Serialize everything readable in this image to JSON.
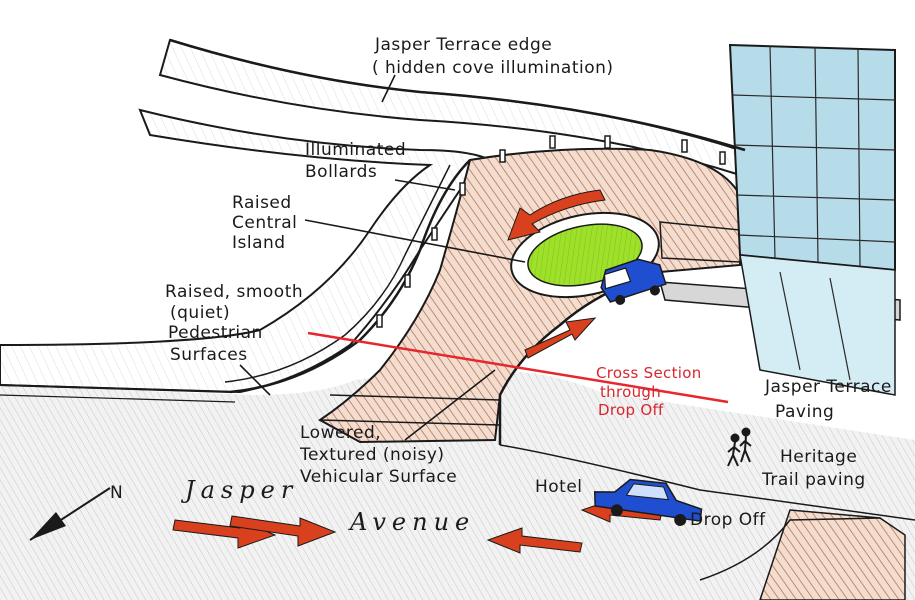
{
  "labels": {
    "terrace_edge_1": "Jasper Terrace edge",
    "terrace_edge_2": "( hidden cove illumination)",
    "bollards_1": "Illuminated",
    "bollards_2": "Bollards",
    "island_1": "Raised",
    "island_2": "Central",
    "island_3": "Island",
    "ped_1": "Raised, smooth",
    "ped_2": "(quiet)",
    "ped_3": "Pedestrian",
    "ped_4": "Surfaces",
    "veh_1": "Lowered,",
    "veh_2": "Textured (noisy)",
    "veh_3": "Vehicular Surface",
    "cross_1": "Cross Section",
    "cross_2": "through",
    "cross_3": "Drop Off",
    "paving_1": "Jasper Terrace",
    "paving_2": "Paving",
    "heritage_1": "Heritage",
    "heritage_2": "Trail paving",
    "hotel": "Hotel",
    "dropoff": "Drop Off",
    "street_1": "Jasper",
    "street_2": "Avenue",
    "north": "N"
  },
  "colors": {
    "ink": "#1a1a1a",
    "red_line": "#e8262e",
    "arrow_red": "#d9411e",
    "island_green": "#9fe02a",
    "car_blue": "#1f4fd0",
    "hatch_brown": "#b7774f",
    "building_blue": "#9ecfe0"
  },
  "icons": {
    "north_arrow": "north-arrow-icon",
    "car": "car-icon",
    "pedestrians": "pedestrians-icon"
  }
}
